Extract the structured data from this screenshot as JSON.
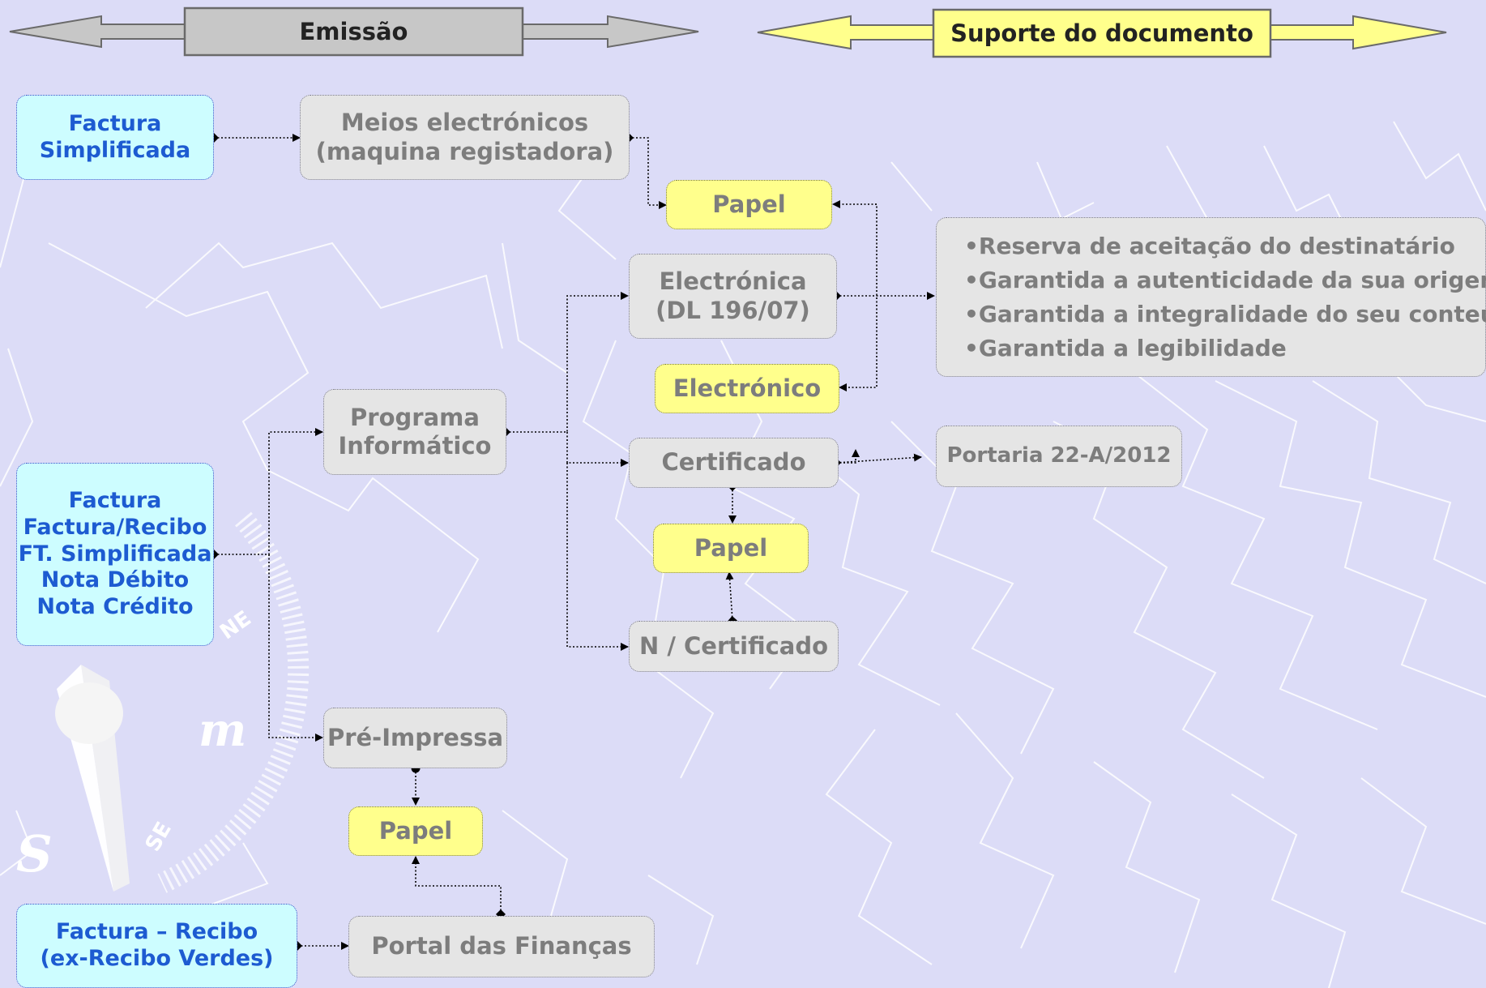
{
  "headers": {
    "emissao": "Emissão",
    "suporte": "Suporte do documento"
  },
  "boxes": {
    "factura_simplificada": [
      "Factura",
      "Simplificada"
    ],
    "meios_electronicos": [
      "Meios electrónicos",
      "(maquina registadora)"
    ],
    "papel_1": "Papel",
    "electronica": [
      "Electrónica",
      "(DL 196/07)"
    ],
    "electronico": "Electrónico",
    "programa_informatico": [
      "Programa",
      "Informático"
    ],
    "certificado": "Certificado",
    "portaria": "Portaria 22-A/2012",
    "papel_2": "Papel",
    "n_certificado": "N / Certificado",
    "documentos": [
      "Factura",
      "Factura/Recibo",
      "FT. Simplificada",
      "Nota Débito",
      "Nota Crédito"
    ],
    "pre_impressa": "Pré-Impressa",
    "papel_3": "Papel",
    "factura_recibo": [
      "Factura – Recibo",
      "(ex-Recibo Verdes)"
    ],
    "portal_financas": "Portal das Finanças"
  },
  "requirements": [
    "•Reserva de aceitação do destinatário",
    "•Garantida a autenticidade da sua origem",
    "•Garantida a integralidade do seu conteúdo",
    "•Garantida a legibilidade"
  ],
  "colors": {
    "background": "#dcdcf7",
    "box_grey": "#e5e5e5",
    "box_yellow": "#ffff8c",
    "box_cyan": "#cdfdff",
    "text_grey": "#7d7d7d",
    "text_blue": "#1d5bd1"
  }
}
